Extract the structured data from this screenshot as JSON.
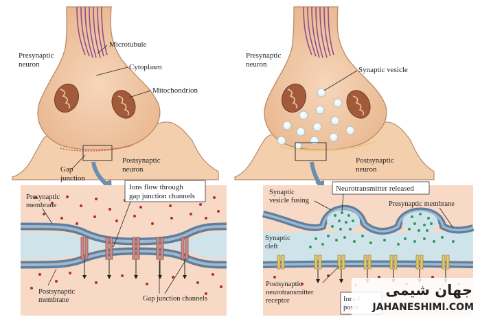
{
  "left_panel": {
    "presynaptic_neuron": [
      "Presynaptic",
      "neuron"
    ],
    "microtubule": "Microtubule",
    "cytoplasm": "Cytoplasm",
    "mitochondrion": "Mitochondrion",
    "postsynaptic_neuron": [
      "Postsynaptic",
      "neuron"
    ],
    "gap_junction": [
      "Gap",
      "junction"
    ],
    "ions_flow": [
      "Ions flow through",
      "gap junction channels"
    ],
    "presynaptic_membrane": [
      "Presynaptic",
      "membrane"
    ],
    "postsynaptic_membrane": [
      "Postsynaptic",
      "membrane"
    ],
    "gap_junction_channels": "Gap junction channels"
  },
  "right_panel": {
    "presynaptic_neuron": [
      "Presynaptic",
      "neuron"
    ],
    "synaptic_vesicle": "Synaptic vesicle",
    "postsynaptic_neuron": [
      "Postsynaptic",
      "neuron"
    ],
    "synaptic_vesicle_fusing": [
      "Synaptic",
      "vesicle fusing"
    ],
    "neurotransmitter_released": "Neurotransmitter released",
    "presynaptic_membrane": "Presynaptic membrane",
    "synaptic_cleft": [
      "Synaptic",
      "cleft"
    ],
    "postsynaptic_receptor": [
      "Postsynaptic",
      "neurotransmitter",
      "receptor"
    ],
    "ions_flow_partial": [
      "Ions f",
      "posts"
    ]
  },
  "watermark": {
    "brand_script": "جهان شیمی",
    "brand_url": "JAHANESHIMI.COM"
  },
  "colors": {
    "neuron_fill": "#f2c9a5",
    "neuron_stroke": "#b98a68",
    "microtubule": "#8e4d8d",
    "mitochondria": "#a35a3b",
    "membrane_blue": "#6d8fae",
    "cytoplasm_pink": "#f7d9c6",
    "cleft_blue": "#cfe3ea",
    "vesicle_green": "#2f9a5a",
    "ion_red": "#b32b34",
    "channel": "#d08a86",
    "receptor_yellow": "#e6c86b"
  }
}
